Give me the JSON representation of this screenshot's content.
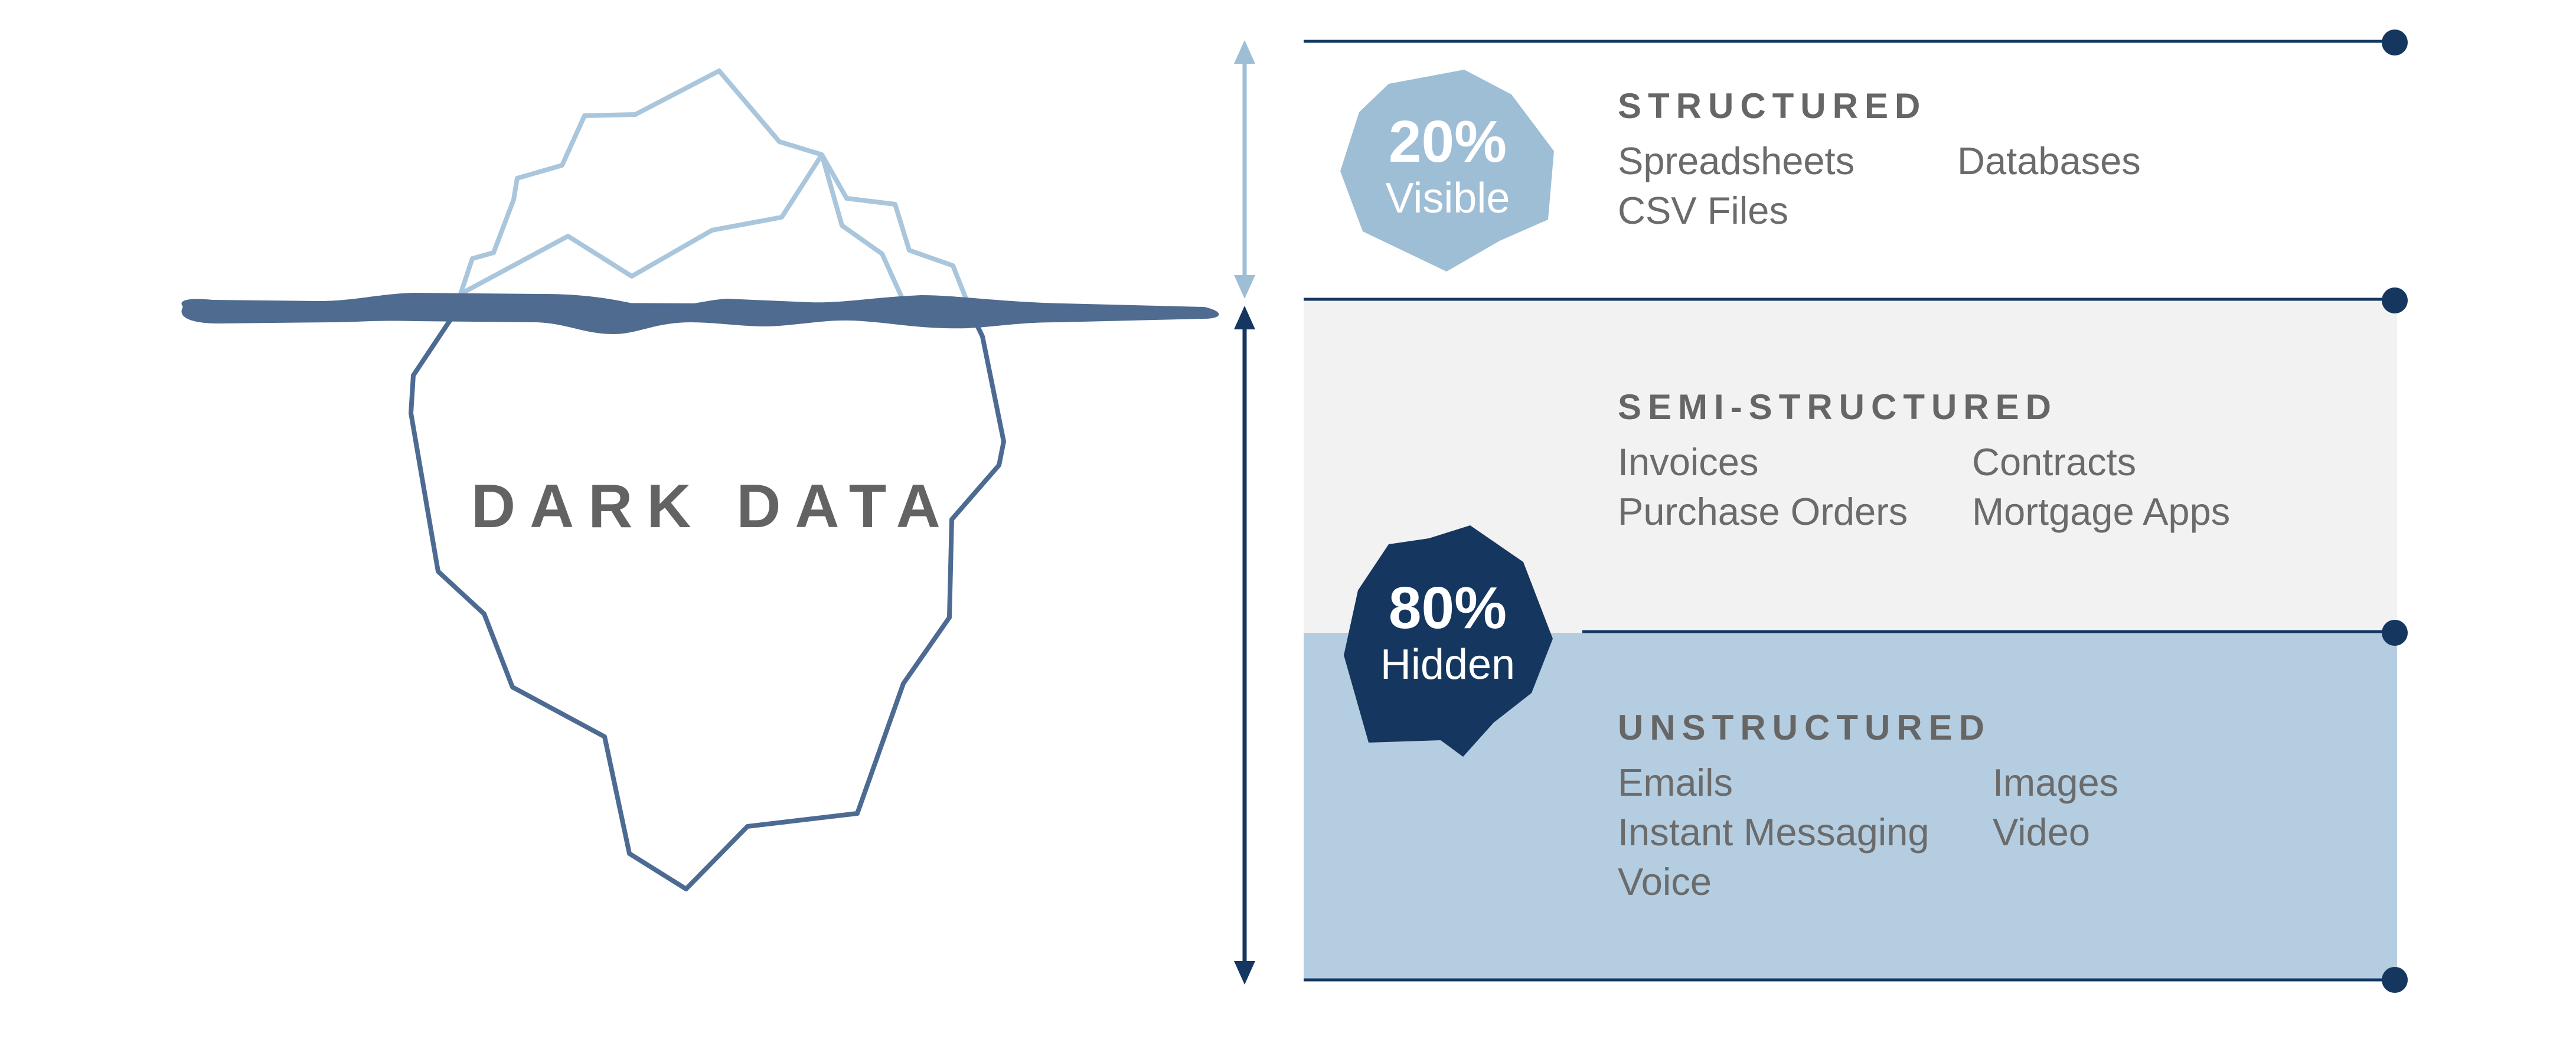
{
  "title": "DARK DATA",
  "visible": {
    "percent": "20%",
    "caption": "Visible"
  },
  "hidden": {
    "percent": "80%",
    "caption": "Hidden"
  },
  "sections": [
    {
      "heading": "STRUCTURED",
      "items": [
        "Spreadsheets",
        "Databases",
        "CSV Files"
      ]
    },
    {
      "heading": "SEMI-STRUCTURED",
      "items": [
        "Invoices",
        "Contracts",
        "Purchase Orders",
        "Mortgage Apps"
      ]
    },
    {
      "heading": "UNSTRUCTURED",
      "items": [
        "Emails",
        "Images",
        "Instant Messaging",
        "Video",
        "Voice"
      ]
    }
  ],
  "colors": {
    "navy": "#15375f",
    "light_blue": "#9ebed6",
    "iceberg_tip": "#a9c6dc",
    "iceberg_body": "#4d6b92",
    "water": "#4f6b90",
    "semi_band": "#f2f2f2",
    "unstructured_band": "#b5cde0",
    "text": "#6b6b6b"
  }
}
